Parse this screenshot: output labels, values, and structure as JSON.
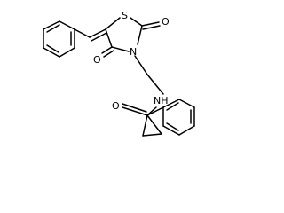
{
  "diagram": {
    "type": "chemical-structure",
    "atom_labels": {
      "sulfur": "S",
      "nitrogen_ring": "N",
      "oxygen_c2": "O",
      "oxygen_c4": "O",
      "amide_nh": "NH",
      "oxygen_amide": "O"
    },
    "colors": {
      "bond": "#000000",
      "label": "#000000",
      "background": "#ffffff"
    }
  }
}
